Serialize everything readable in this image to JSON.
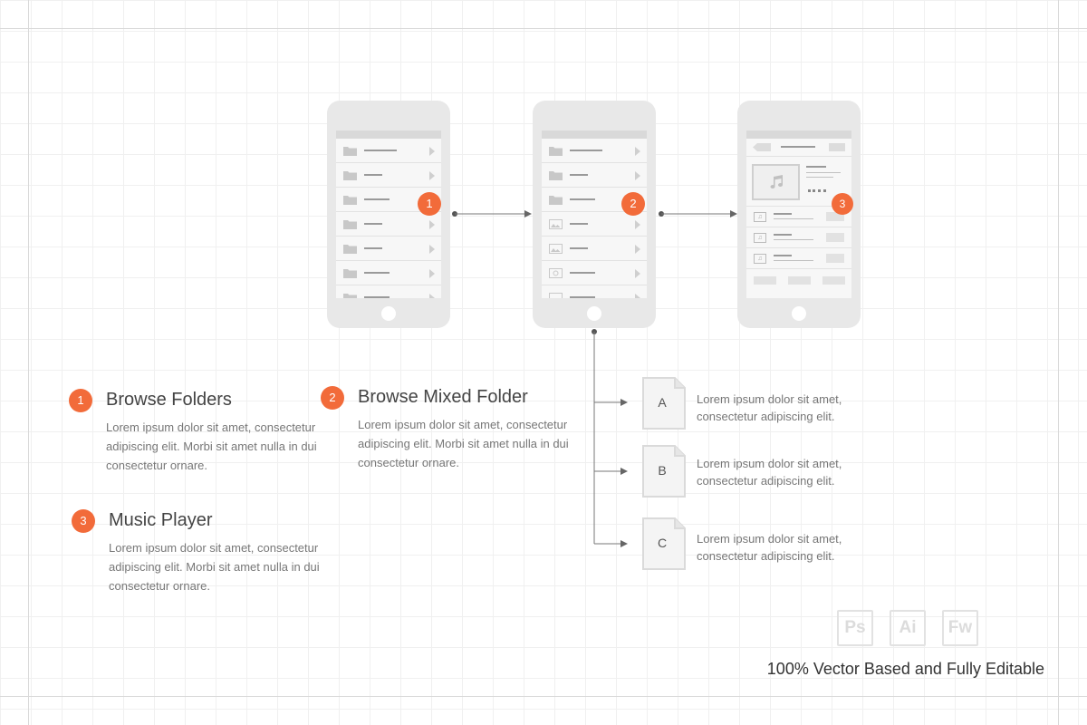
{
  "badges": {
    "one": "1",
    "two": "2",
    "three": "3"
  },
  "sections": [
    {
      "number": "1",
      "title": "Browse Folders",
      "text": "Lorem ipsum dolor sit amet, consectetur adipiscing elit. Morbi sit amet nulla in dui consectetur ornare."
    },
    {
      "number": "2",
      "title": "Browse Mixed Folder",
      "text": "Lorem ipsum dolor sit amet, consectetur adipiscing elit. Morbi sit amet nulla in dui consectetur ornare."
    },
    {
      "number": "3",
      "title": "Music Player",
      "text": "Lorem ipsum dolor sit amet, consectetur adipiscing elit. Morbi sit amet nulla in dui consectetur ornare."
    }
  ],
  "files": [
    {
      "letter": "A",
      "text": "Lorem ipsum dolor sit amet, consectetur adipiscing elit."
    },
    {
      "letter": "B",
      "text": "Lorem ipsum dolor sit amet, consectetur adipiscing elit."
    },
    {
      "letter": "C",
      "text": "Lorem ipsum dolor sit amet, consectetur adipiscing elit."
    }
  ],
  "tools": {
    "ps": "Ps",
    "ai": "Ai",
    "fw": "Fw"
  },
  "tagline": "100% Vector Based and Fully Editable",
  "colors": {
    "accent": "#f26b3a",
    "phone": "#e8e8e8",
    "grid": "#f0f0f0"
  },
  "icons": {
    "folder": "folder-icon",
    "image": "image-icon",
    "video": "video-icon",
    "music": "music-note-icon",
    "document": "document-icon"
  }
}
